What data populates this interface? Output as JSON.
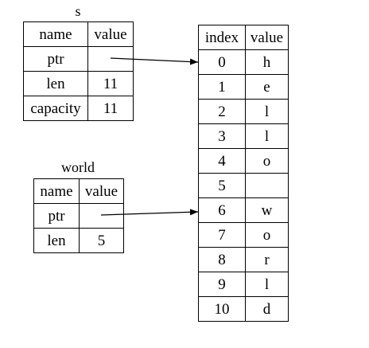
{
  "struct_s": {
    "title": "s",
    "header": {
      "name": "name",
      "value": "value"
    },
    "rows": [
      {
        "name": "ptr",
        "value": ""
      },
      {
        "name": "len",
        "value": "11"
      },
      {
        "name": "capacity",
        "value": "11"
      }
    ]
  },
  "struct_world": {
    "title": "world",
    "header": {
      "name": "name",
      "value": "value"
    },
    "rows": [
      {
        "name": "ptr",
        "value": ""
      },
      {
        "name": "len",
        "value": "5"
      }
    ]
  },
  "buffer": {
    "header": {
      "index": "index",
      "value": "value"
    },
    "rows": [
      {
        "index": "0",
        "value": "h"
      },
      {
        "index": "1",
        "value": "e"
      },
      {
        "index": "2",
        "value": "l"
      },
      {
        "index": "3",
        "value": "l"
      },
      {
        "index": "4",
        "value": "o"
      },
      {
        "index": "5",
        "value": ""
      },
      {
        "index": "6",
        "value": "w"
      },
      {
        "index": "7",
        "value": "o"
      },
      {
        "index": "8",
        "value": "r"
      },
      {
        "index": "9",
        "value": "l"
      },
      {
        "index": "10",
        "value": "d"
      }
    ]
  },
  "pointers": [
    {
      "from": "s.ptr",
      "to_index": "0"
    },
    {
      "from": "world.ptr",
      "to_index": "6"
    }
  ],
  "colors": {
    "ink": "#000000",
    "background": "#ffffff"
  }
}
